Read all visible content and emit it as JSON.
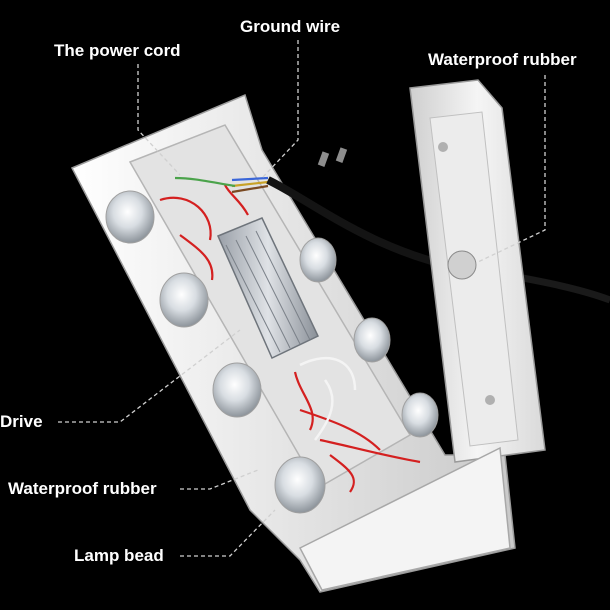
{
  "labels": {
    "power_cord": "The power cord",
    "ground_wire": "Ground wire",
    "waterproof_rubber_top": "Waterproof rubber",
    "drive": "Drive",
    "waterproof_rubber_bottom": "Waterproof rubber",
    "lamp_bead": "Lamp bead"
  },
  "colors": {
    "background": "#000000",
    "housing": "#e8e8e8",
    "driver_case": "#b8bcc2",
    "wire_red": "#d42020",
    "label_text": "#ffffff"
  }
}
